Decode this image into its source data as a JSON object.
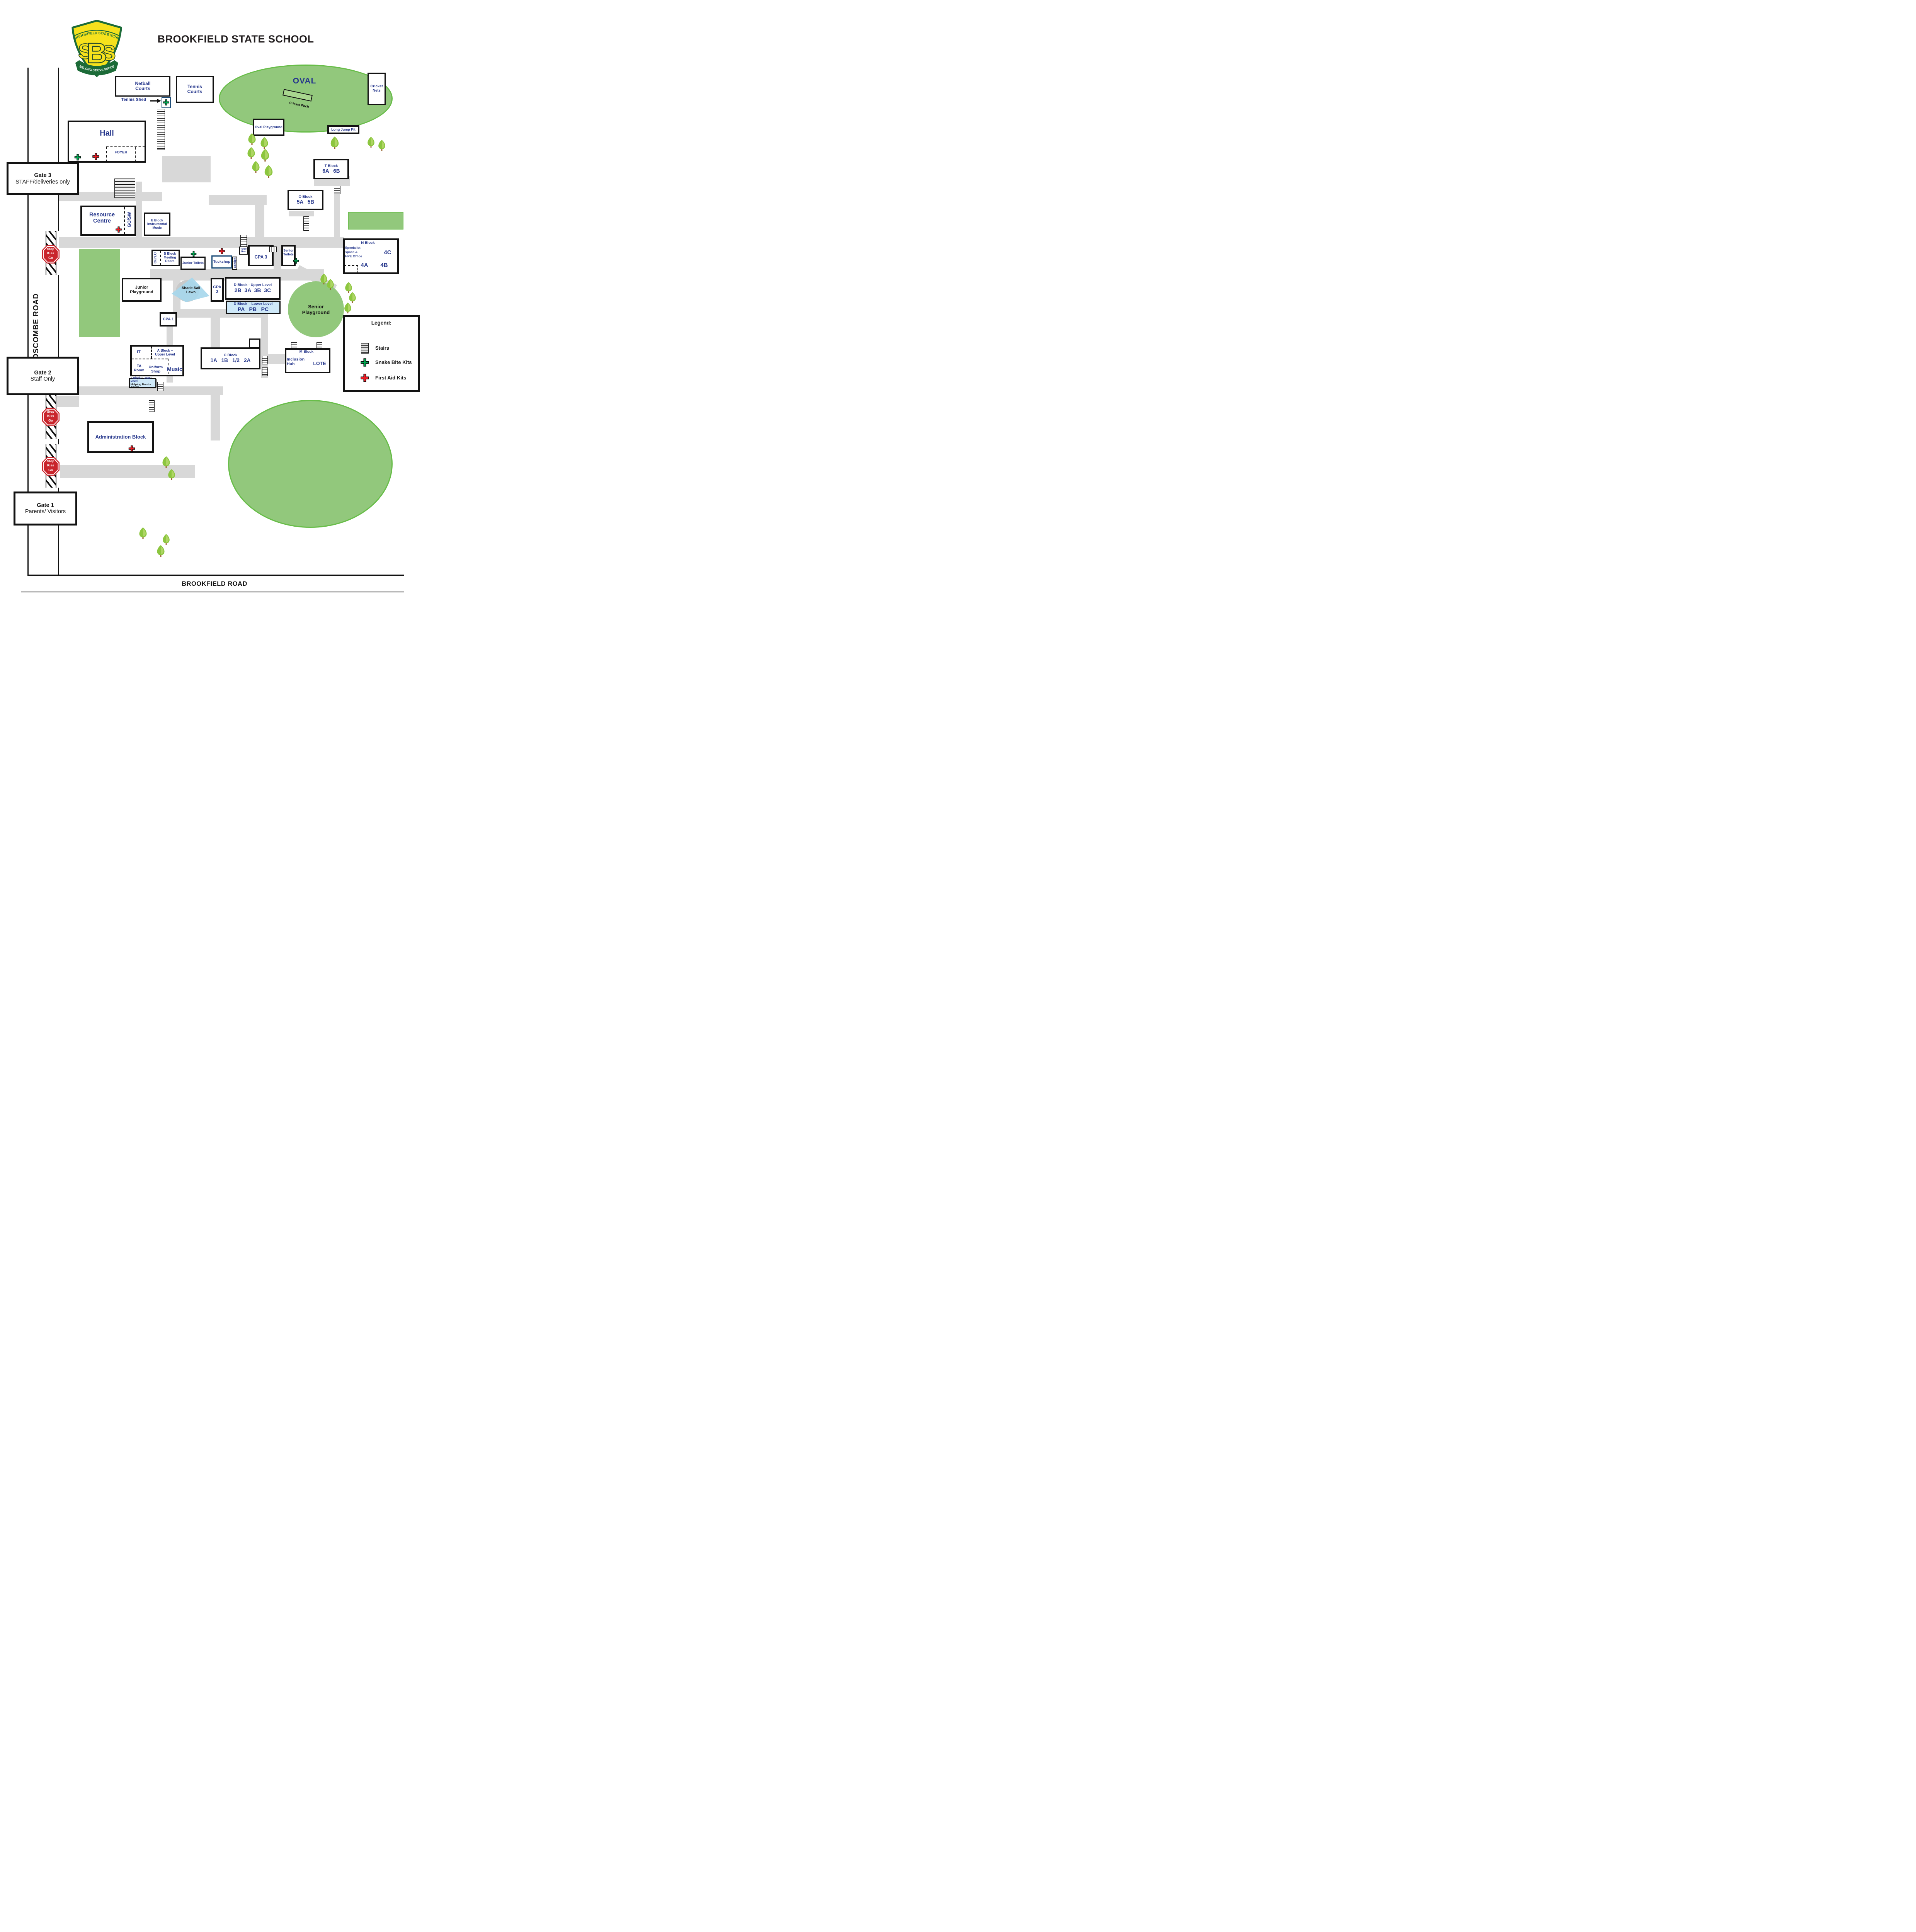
{
  "title": "BROOKFIELD STATE SCHOOL",
  "logo": {
    "arc_text": "BROOKFIELD STATE SCHOOL",
    "monogram_left": "S",
    "monogram_center": "B",
    "monogram_right": "S",
    "motto": "BELONG STRIVE SUCCEED"
  },
  "roads": {
    "west": "BOSCOMBE ROAD",
    "south": "BROOKFIELD ROAD"
  },
  "stop_sign": "Stop\nKiss\nGo",
  "gates": {
    "gate3": {
      "name": "Gate 3",
      "subtitle": "STAFF/deliveries only"
    },
    "gate2": {
      "name": "Gate 2",
      "subtitle": "Staff Only"
    },
    "gate1": {
      "name": "Gate 1",
      "subtitle": "Parents/ Visitors"
    }
  },
  "legend": {
    "title": "Legend:",
    "stairs": "Stairs",
    "snake": "Snake Bite Kits",
    "first_aid": "First Aid Kits"
  },
  "sports": {
    "netball": "Netball\nCourts",
    "tennis": "Tennis\nCourts",
    "tennis_shed": "Tennis Shed",
    "oval": "OVAL",
    "cricket_pitch": "Cricket Pitch",
    "cricket_nets": "Cricket\nNets",
    "oval_playground": "Oval Playground",
    "long_jump": "Long Jump Pit"
  },
  "playgrounds": {
    "junior": "Junior\nPlayground",
    "senior": "Senior\nPlayground",
    "shade_sail": "Shade Sail\nLawn"
  },
  "buildings": {
    "hall": "Hall",
    "foyer": "FOYER",
    "resource_centre": "Resource\nCentre",
    "gosw": "GO/SW",
    "e_block": "E Block\nInstrumental\nMusic",
    "t_block": {
      "name": "T Block",
      "rooms": "6A   6B"
    },
    "o_block": {
      "name": "O Block",
      "rooms": "5A   5B"
    },
    "n_block": {
      "name": "N Block",
      "specialist": "Specialist\nspace &\nHPE Office",
      "r4a": "4A",
      "r4b": "4B",
      "r4c": "4C"
    },
    "curr_c": "Curr.C",
    "b_block": "B Block\nMeeting\nRoom",
    "junior_toilets": "Junior Toilets",
    "tuckshop": "Tuckshop",
    "sandpit": "Sandpit",
    "turtle_shed": "Turtle\nShed",
    "cpa1": "CPA 1",
    "cpa2": "CPA 2",
    "cpa3": "CPA 3",
    "senior_toilets": "Senior\nToilets",
    "d_block_upper": {
      "name": "D Block - Upper Level",
      "rooms": "2B  3A  3B  3C"
    },
    "d_block_lower": {
      "name": "D Block – Lower Level",
      "rooms": "PA   PB   PC"
    },
    "a_block": {
      "it": "IT",
      "upper": "A Block –\nUpper Level",
      "ta_room": "TA\nRoom",
      "uniform": "Uniform\nShop",
      "music": "Music",
      "lower_title": "A Block – Lower Level",
      "lower_body": "Helping Hands\nOSHC"
    },
    "c_block": {
      "name": "C Block",
      "rooms": "1A   1B   1/2   2A"
    },
    "m_block": {
      "name": "M Block",
      "inclusion": "Inclusion\nHub",
      "lote": "LOTE"
    },
    "admin": "Administration Block"
  },
  "colors": {
    "label_blue": "#26378c",
    "map_green": "#92c87c",
    "map_green_edge": "#68bd49",
    "path_grey": "#d8d8d8",
    "light_blue": "#cfe9f9",
    "snake_green": "#00a651",
    "first_aid_red": "#ed1c24",
    "stop_red": "#c9252c",
    "shade_blue": "#a7d7ec"
  }
}
